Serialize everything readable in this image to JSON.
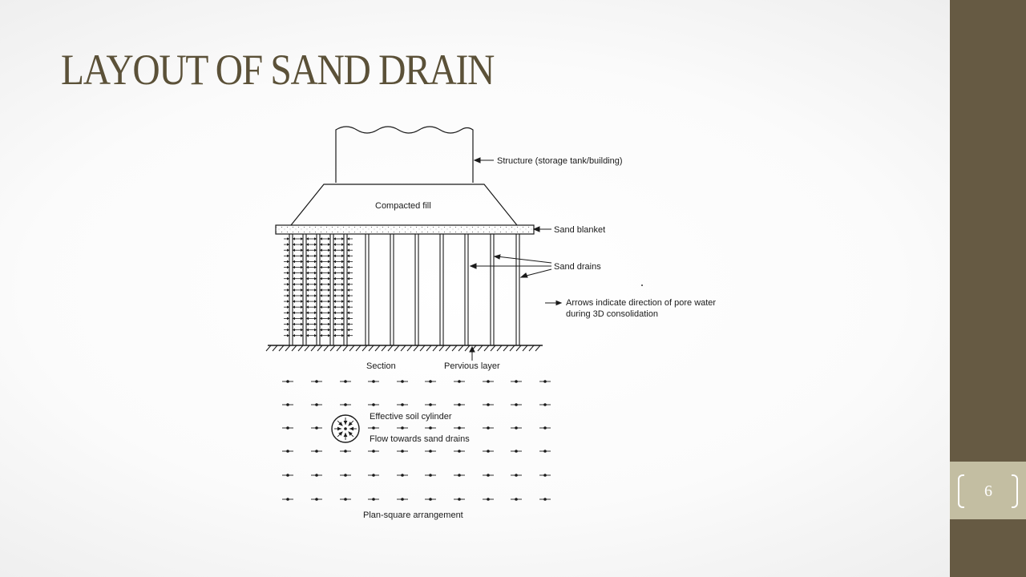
{
  "slide": {
    "title": "LAYOUT OF SAND DRAIN",
    "page_number": "6"
  },
  "diagram": {
    "labels": {
      "structure": "Structure (storage tank/building)",
      "compacted_fill": "Compacted fill",
      "sand_blanket": "Sand blanket",
      "sand_drains": "Sand drains",
      "arrows_line1": "Arrows indicate direction of pore water",
      "arrows_line2": "during 3D consolidation",
      "section": "Section",
      "pervious_layer": "Pervious layer",
      "effective_soil_cylinder": "Effective soil cylinder",
      "flow_towards": "Flow towards sand drains",
      "plan_caption": "Plan-square arrangement"
    },
    "colors": {
      "line": "#1a1a1a",
      "sidebar": "#665a43",
      "page_tab": "#c3bea2",
      "title": "#5b5138"
    }
  }
}
